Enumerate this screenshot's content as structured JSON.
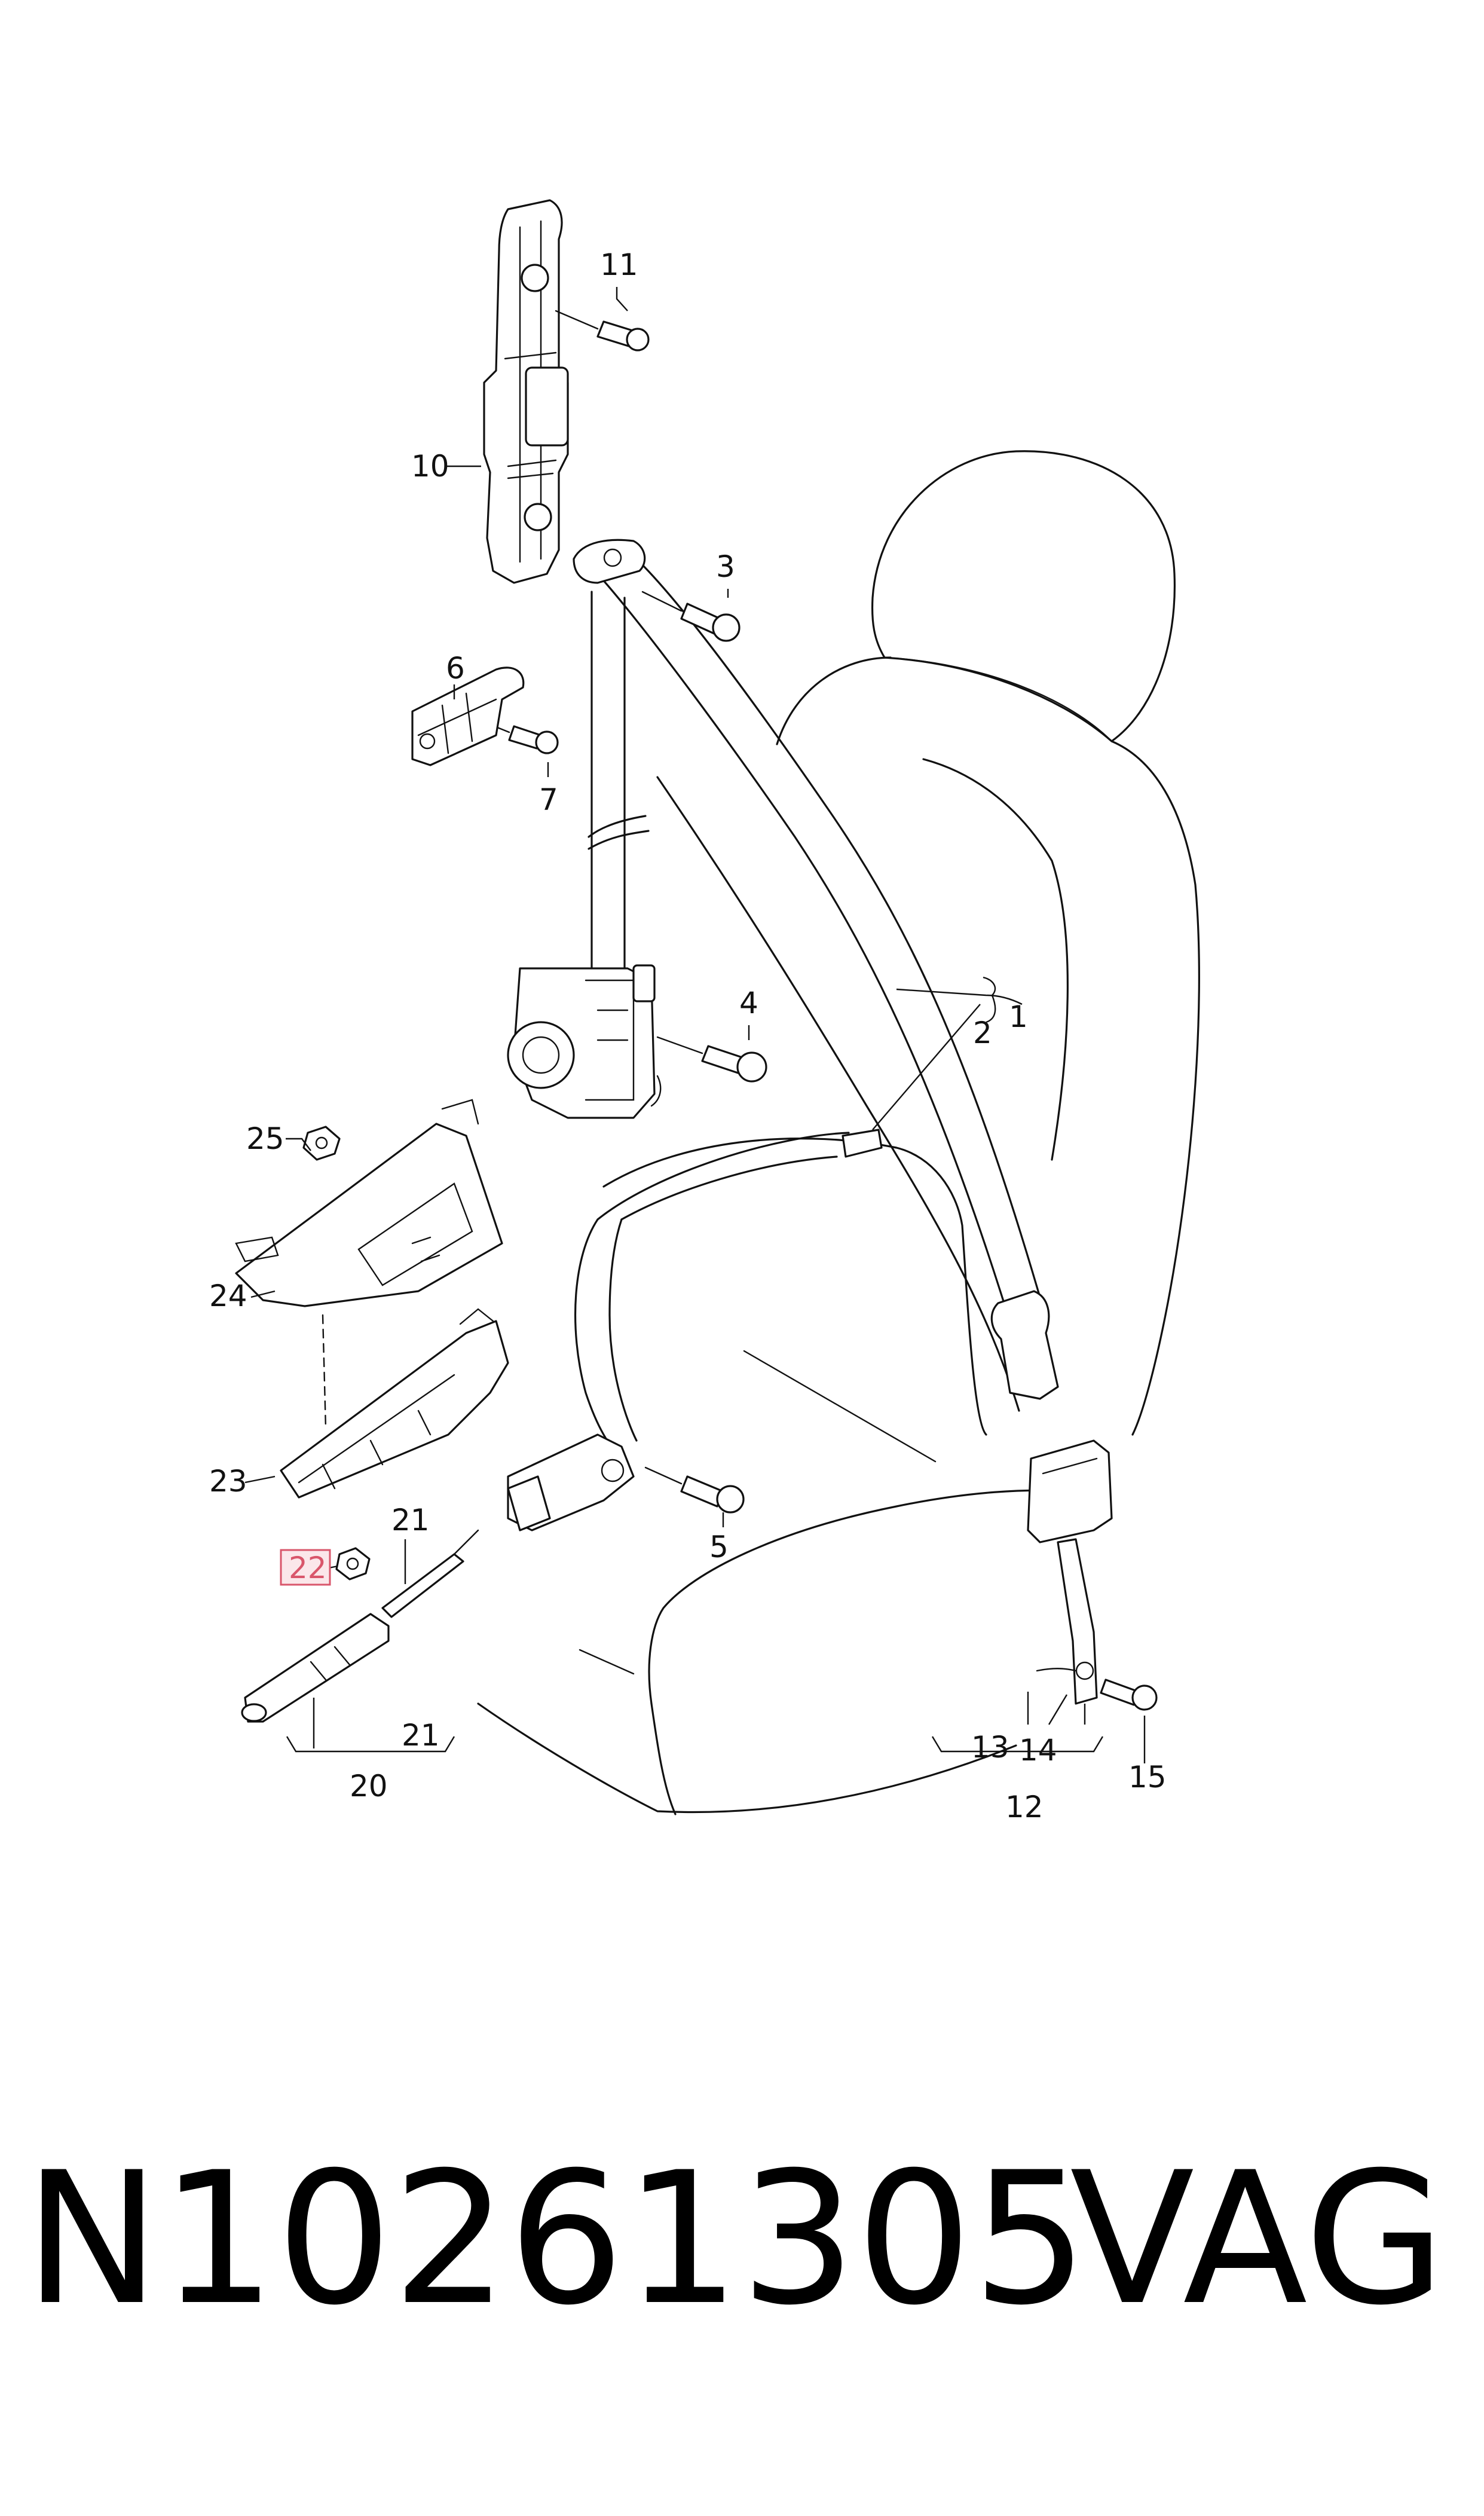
{
  "callouts": {
    "c1": "1",
    "c2": "2",
    "c3": "3",
    "c4": "4",
    "c5": "5",
    "c6": "6",
    "c7": "7",
    "c10": "10",
    "c11": "11",
    "c12": "12",
    "c13": "13",
    "c14": "14",
    "c15": "15",
    "c20": "20",
    "c21a": "21",
    "c21b": "21",
    "c22": "22",
    "c23": "23",
    "c24": "24",
    "c25": "25"
  },
  "highlight_color": "#d9566b",
  "footer": {
    "part_number": "N10261305",
    "brand": "VAG"
  }
}
